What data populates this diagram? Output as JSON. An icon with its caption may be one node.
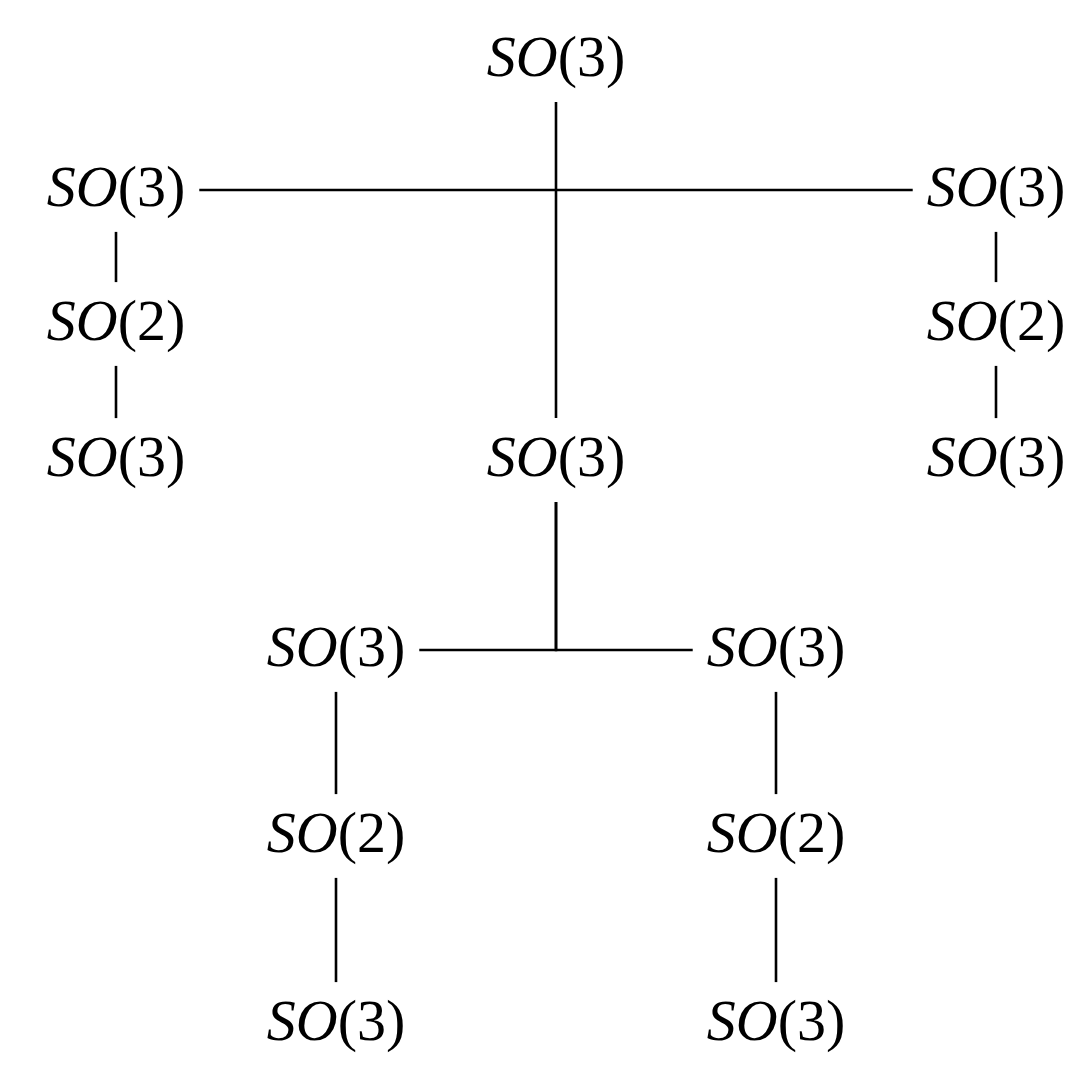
{
  "diagram": {
    "nodes": [
      {
        "text": [
          "*SO*(3)"
        ]
      },
      {
        "text": [
          "*SO*(3)"
        ]
      },
      {
        "text": [
          "*SO*(3)"
        ]
      },
      {
        "text": [
          "*SO*(2)"
        ]
      },
      {
        "text": [
          "*SO*(2)"
        ]
      },
      {
        "text": [
          "*SO*(3)"
        ]
      },
      {
        "text": [
          "*SO*(3)"
        ]
      },
      {
        "text": [
          "*SO*(3)"
        ]
      },
      {
        "text": [
          "*SO*(3)"
        ]
      },
      {
        "text": [
          "*SO*(3)"
        ]
      },
      {
        "text": [
          "*SO*(2)"
        ]
      },
      {
        "text": [
          "*SO*(2)"
        ]
      },
      {
        "text": [
          "*SO*(3)"
        ]
      },
      {
        "text": [
          "*SO*(3)"
        ]
      }
    ],
    "edges": [
      {
        "from": 0,
        "to": 6,
        "arrow": "none"
      },
      {
        "from": 1,
        "to": 2,
        "arrow": "none"
      },
      {
        "from": 1,
        "to": 3,
        "arrow": "none"
      },
      {
        "from": 3,
        "to": 5,
        "arrow": "none"
      },
      {
        "from": 2,
        "to": 4,
        "arrow": "none"
      },
      {
        "from": 4,
        "to": 7,
        "arrow": "none"
      },
      {
        "from": 6,
        "to": 8,
        "arrow": "none"
      },
      {
        "from": 6,
        "to": 9,
        "arrow": "none"
      },
      {
        "from": 8,
        "to": 10,
        "arrow": "none"
      },
      {
        "from": 10,
        "to": 12,
        "arrow": "none"
      },
      {
        "from": 9,
        "to": 11,
        "arrow": "none"
      },
      {
        "from": 11,
        "to": 13,
        "arrow": "none"
      }
    ]
  }
}
